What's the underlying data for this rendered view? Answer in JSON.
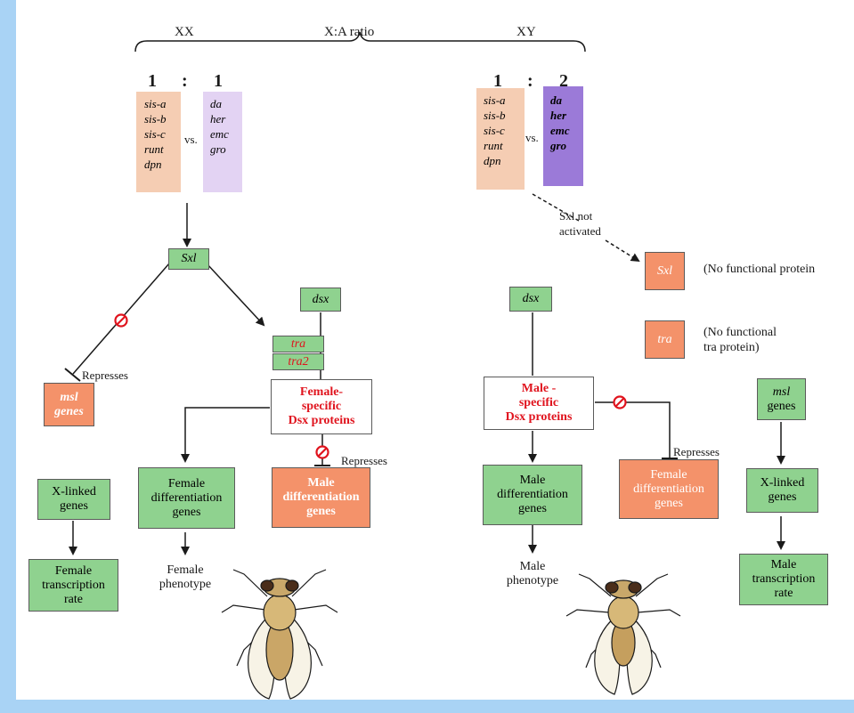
{
  "header": {
    "xx": "XX",
    "ratio": "X:A ratio",
    "xy": "XY"
  },
  "female": {
    "ratio_left": "1",
    "colon": ":",
    "ratio_right": "1",
    "numerator_genes": [
      "sis-a",
      "sis-b",
      "sis-c",
      "runt",
      "dpn"
    ],
    "vs": "vs.",
    "denominator_genes": [
      "da",
      "her",
      "emc",
      "gro"
    ],
    "sxl": "Sxl",
    "dsx": "dsx",
    "tra": "tra",
    "tra2": "tra2",
    "represses_msl": "Represses",
    "msl_genes": [
      "msl",
      "genes"
    ],
    "dsx_proteins": [
      "Female-",
      "specific",
      "Dsx proteins"
    ],
    "represses_male": "Represses",
    "male_diff_genes": [
      "Male",
      "differentiation",
      "genes"
    ],
    "female_diff_genes": [
      "Female",
      "differentiation",
      "genes"
    ],
    "phenotype": [
      "Female",
      "phenotype"
    ],
    "x_linked": [
      "X-linked",
      "genes"
    ],
    "transcription": [
      "Female",
      "transcription",
      "rate"
    ]
  },
  "male": {
    "ratio_left": "1",
    "colon": ":",
    "ratio_right": "2",
    "numerator_genes": [
      "sis-a",
      "sis-b",
      "sis-c",
      "runt",
      "dpn"
    ],
    "vs": "vs.",
    "denominator_genes": [
      "da",
      "her",
      "emc",
      "gro"
    ],
    "sxl_note": [
      "Sxl not",
      "activated"
    ],
    "sxl": "Sxl",
    "sxl_note_right": "(No functional protein",
    "tra": "tra",
    "tra_note": [
      "(No functional",
      "tra protein)"
    ],
    "dsx": "dsx",
    "dsx_proteins": [
      "Male -",
      "specific",
      "Dsx proteins"
    ],
    "represses_female": "Represses",
    "female_diff_genes": [
      "Female",
      "differentiation",
      "genes"
    ],
    "male_diff_genes": [
      "Male",
      "differentiation",
      "genes"
    ],
    "phenotype": [
      "Male",
      "phenotype"
    ],
    "msl": "msl",
    "msl_genes_word": "genes",
    "x_linked": [
      "X-linked",
      "genes"
    ],
    "transcription": [
      "Male",
      "transcription",
      "rate"
    ]
  },
  "colors": {
    "green_box": "#8fd28f",
    "orange_box": "#f4926a",
    "peach_column": "#f5cdb3",
    "lavender_column": "#e3d3f3",
    "purple_column": "#9b7ad8",
    "protein_text": "#e0141e",
    "background_strip": "#a9d3f5"
  },
  "icons": [
    "fly-female-illustration",
    "fly-male-illustration",
    "no-sign-icon"
  ]
}
